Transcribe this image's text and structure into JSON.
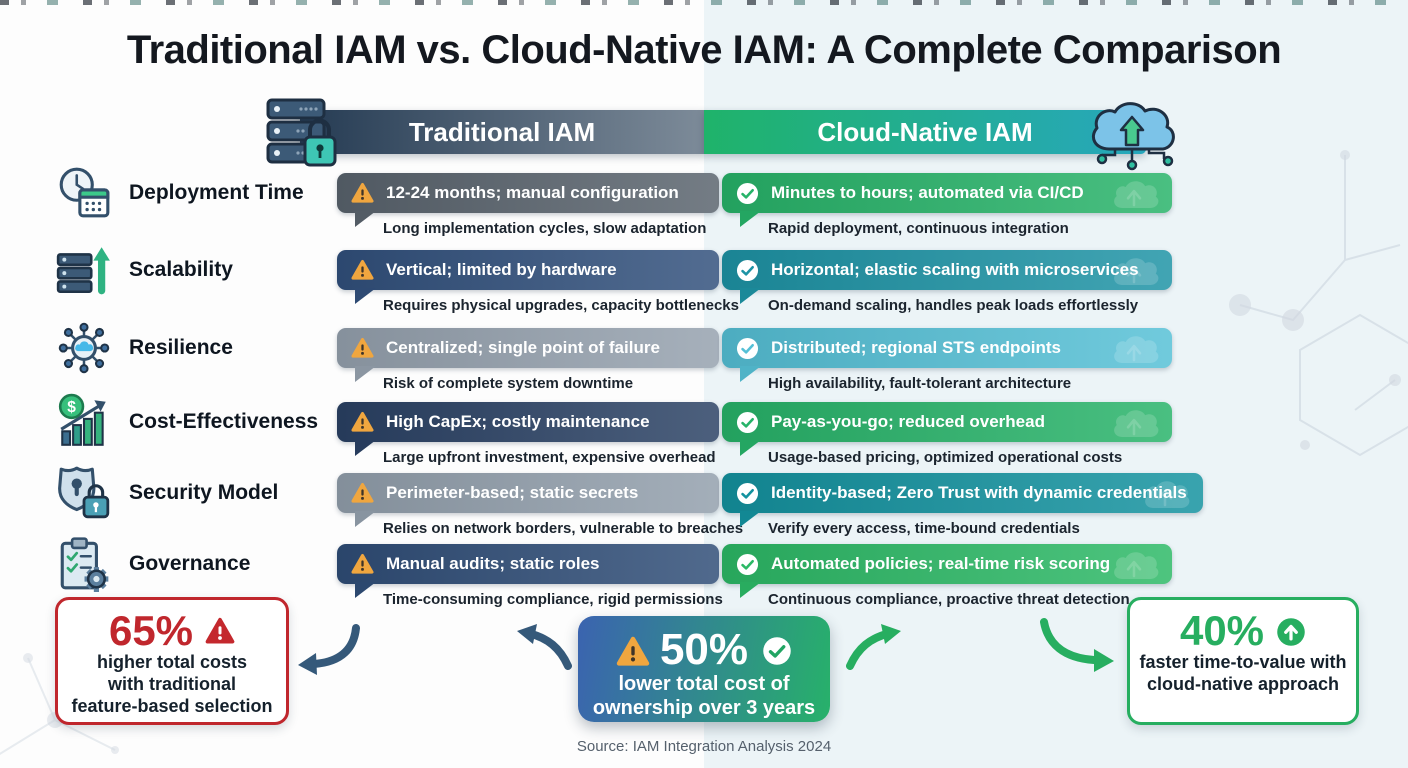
{
  "page": {
    "title": "Traditional IAM vs. Cloud-Native IAM: A Complete Comparison",
    "source": "Source: IAM Integration Analysis 2024"
  },
  "columns": {
    "traditional": {
      "label": "Traditional IAM",
      "icon": "server-stack-lock-icon",
      "gradient": [
        "#253b53",
        "#7d8b99"
      ]
    },
    "cloud_native": {
      "label": "Cloud-Native IAM",
      "icon": "cloud-upload-icon",
      "gradient": [
        "#1fb36a",
        "#27a7bd"
      ]
    }
  },
  "rows": [
    {
      "label": "Deployment Time",
      "icon": "clock-calendar-icon",
      "traditional": {
        "icon": "warning-triangle-icon",
        "text": "12-24 months; manual configuration",
        "subtext": "Long implementation cycles, slow adaptation",
        "color": "#59636d"
      },
      "cloud": {
        "icon": "check-circle-icon",
        "text": "Minutes to hours; automated via CI/CD",
        "subtext": "Rapid deployment, continuous integration",
        "color": "#27b369"
      }
    },
    {
      "label": "Scalability",
      "icon": "servers-up-arrow-icon",
      "traditional": {
        "icon": "warning-triangle-icon",
        "text": "Vertical; limited by hardware",
        "subtext": "Requires physical upgrades, capacity bottlenecks",
        "color": "#31507c"
      },
      "cloud": {
        "icon": "check-circle-icon",
        "text": "Horizontal; elastic scaling with microservices",
        "subtext": "On-demand scaling, handles peak loads effortlessly",
        "color": "#1d93a5"
      }
    },
    {
      "label": "Resilience",
      "icon": "network-nodes-icon",
      "traditional": {
        "icon": "warning-triangle-icon",
        "text": "Centralized; single point of failure",
        "subtext": "Risk of complete system downtime",
        "color": "#95a1ae"
      },
      "cloud": {
        "icon": "check-circle-icon",
        "text": "Distributed; regional STS endpoints",
        "subtext": "High availability, fault-tolerant architecture",
        "color": "#55c0d6"
      }
    },
    {
      "label": "Cost-Effectiveness",
      "icon": "dollar-chart-icon",
      "traditional": {
        "icon": "warning-triangle-icon",
        "text": "High CapEx; costly maintenance",
        "subtext": "Large upfront investment, expensive overhead",
        "color": "#2a4164"
      },
      "cloud": {
        "icon": "check-circle-icon",
        "text": "Pay-as-you-go; reduced overhead",
        "subtext": "Usage-based pricing, optimized operational costs",
        "color": "#27b369"
      }
    },
    {
      "label": "Security Model",
      "icon": "shield-lock-icon",
      "traditional": {
        "icon": "warning-triangle-icon",
        "text": "Perimeter-based; static secrets",
        "subtext": "Relies on network borders, vulnerable to breaches",
        "color": "#929fac"
      },
      "cloud": {
        "icon": "check-circle-icon",
        "text": "Identity-based; Zero Trust with dynamic credentials",
        "subtext": "Verify every access, time-bound credentials",
        "color": "#13929f"
      }
    },
    {
      "label": "Governance",
      "icon": "clipboard-gear-icon",
      "traditional": {
        "icon": "warning-triangle-icon",
        "text": "Manual audits; static roles",
        "subtext": "Time-consuming compliance, rigid permissions",
        "color": "#2f4d77"
      },
      "cloud": {
        "icon": "check-circle-icon",
        "text": "Automated policies; real-time risk scoring",
        "subtext": "Continuous compliance, proactive threat detection",
        "color": "#2cb966"
      }
    }
  ],
  "stats": {
    "traditional": {
      "value": "65%",
      "icon": "red-warning-triangle-icon",
      "accent": "#c0272d",
      "border": "#2d4a6e",
      "lines": [
        "higher total costs",
        "with traditional",
        "feature-based selection"
      ]
    },
    "center": {
      "value": "50%",
      "left_icon": "warning-triangle-icon",
      "right_icon": "check-circle-icon",
      "check_color": "#21a563",
      "gradient": [
        "#3b63b0",
        "#27b16a"
      ],
      "lines": [
        "lower total cost of",
        "ownership over 3 years"
      ]
    },
    "cloud": {
      "value": "40%",
      "icon": "green-up-arrow-circle-icon",
      "accent": "#27ae60",
      "lines": [
        "faster time-to-value with",
        "cloud-native approach"
      ]
    }
  }
}
